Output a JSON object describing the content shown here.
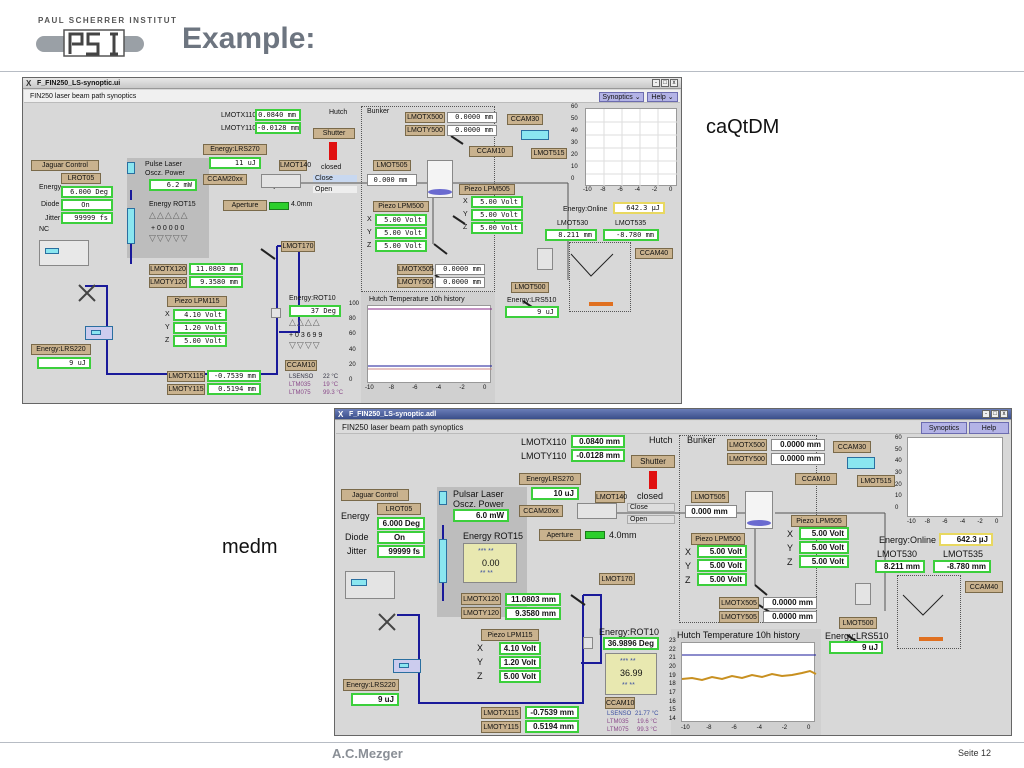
{
  "slide": {
    "logo_text": "PAUL SCHERRER INSTITUT",
    "title": "Example:",
    "label_caqtdm": "caQtDM",
    "label_medm": "medm",
    "author": "A.C.Mezger",
    "page": "Seite 12"
  },
  "caqtdm": {
    "window_title": "F_FIN250_LS-synoptic.ui",
    "subtitle": "FIN250 laser beam path synoptics",
    "menu_synoptics": "Synoptics",
    "menu_help": "Help",
    "close_glyph": "X",
    "tb_min": "-",
    "tb_max": "□",
    "tb_close": "x",
    "hutch": "Hutch",
    "bunker": "Bunker",
    "lmotx110_label": "LMOTX110",
    "lmotx110_value": "0.0840 mm",
    "lmoty110_label": "LMOTY110",
    "lmoty110_value": "-0.0128 mm",
    "shutter": "Shutter",
    "shutter_closed": "closed",
    "shutter_close": "Close",
    "shutter_open": "Open",
    "energy_lrs270": "Energy:LRS270",
    "energy_lrs270_value": "11 uJ",
    "lmot140": "LMOT140",
    "ccam20xx": "CCAM20xx",
    "aperture": "Aperture",
    "aperture_value": "4.0mm",
    "lmot170": "LMOT170",
    "jaguar": "Jaguar Control",
    "lrot05": "LROT05",
    "energy_label": "Energy",
    "energy_value": "6.000 Deg",
    "diode_label": "Diode",
    "diode_value": "On",
    "jitter_label": "Jitter",
    "jitter_value": "99999 fs",
    "nc_label": "NC",
    "pulse_laser": "Pulse Laser",
    "oscz_power": "Oscz. Power",
    "power_value": "6.2 mW",
    "energy_rot15": "Energy ROT15",
    "rot_triangles_up": "△△△△△",
    "rot_digits": "+ 0  0  0  0  0",
    "rot_triangles_down": "▽▽▽▽▽",
    "lmotx120_label": "LMOTX120",
    "lmotx120_value": "11.0803 mm",
    "lmoty120_label": "LMOTY120",
    "lmoty120_value": "9.3580 mm",
    "piezo_lpm115": "Piezo LPM115",
    "x_label": "X",
    "y_label": "Y",
    "z_label": "Z",
    "piezo115_x": "4.10 Volt",
    "piezo115_y": "1.20 Volt",
    "piezo115_z": "5.00 Volt",
    "energy_lrs220": "Energy:LRS220",
    "energy_lrs220_value": "9 uJ",
    "energy_rot10": "Energy:ROT10",
    "energy_rot10_value": "37 Deg",
    "rot10_triangles_up": "△△△△",
    "rot10_digits": "+ 0  3  6  9  9",
    "rot10_triangles_down": "▽▽▽▽",
    "ccam10": "CCAM10",
    "lmotx115_label": "LMOTX115",
    "lmotx115_value": "-0.7539 mm",
    "lmoty115_label": "LMOTY115",
    "lmoty115_value": "0.5194 mm",
    "lsenso": "LSENSO",
    "lsenso_value": "22 °C",
    "ltm035": "LTM035",
    "ltm035_value": "19 °C",
    "ltm075": "LTM075",
    "ltm075_value": "99.3 °C",
    "lmotx500_label": "LMOTX500",
    "lmotx500_value": "0.0000 mm",
    "lmoty500_label": "LMOTY500",
    "lmoty500_value": "0.0000 mm",
    "ccam30": "CCAM30",
    "ccam10b": "CCAM10",
    "lmot515": "LMOT515",
    "lmot505": "LMOT505",
    "lmot505_value": "0.000 mm",
    "piezo_lpm505": "Piezo LPM505",
    "piezo505_x": "5.00 Volt",
    "piezo505_y": "5.00 Volt",
    "piezo505_z": "5.00 Volt",
    "piezo_lpm500": "Piezo LPM500",
    "piezo500_x": "5.00 Volt",
    "piezo500_y": "5.00 Volt",
    "piezo500_z": "5.00 Volt",
    "energy_online": "Energy:Online",
    "energy_online_value": "642.3 µJ",
    "lmot530": "LMOT530",
    "lmot530_value": "8.211 mm",
    "lmot535": "LMOT535",
    "lmot535_value": "-8.780 mm",
    "ccam40": "CCAM40",
    "lmotx505_label": "LMOTX505",
    "lmotx505_value": "0.0000 mm",
    "lmoty505_label": "LMOTY505",
    "lmoty505_value": "0.0000 mm",
    "lmot500": "LMOT500",
    "energy_lrs510": "Energy:LRS510",
    "energy_lrs510_value": "9 uJ",
    "hutch_temp_title": "Hutch Temperature 10h history",
    "plot_top_yticks": [
      "60",
      "50",
      "40",
      "30",
      "20",
      "10",
      "0"
    ],
    "plot_top_xticks": [
      "-10",
      "-8",
      "-6",
      "-4",
      "-2",
      "0"
    ],
    "plot_bottom_yticks": [
      "100",
      "80",
      "60",
      "40",
      "20",
      "0"
    ],
    "plot_bottom_xticks": [
      "-10",
      "-8",
      "-6",
      "-4",
      "-2",
      "0"
    ]
  },
  "medm": {
    "window_title": "F_FIN250_LS-synoptic.adl",
    "subtitle": "FIN250 laser beam path synoptics",
    "menu_synoptics": "Synoptics",
    "menu_help": "Help",
    "close_glyph": "X",
    "tb_min": "-",
    "tb_max": "□",
    "tb_close": "x",
    "hutch": "Hutch",
    "bunker": "Bunker",
    "lmotx110_label": "LMOTX110",
    "lmotx110_value": "0.0840 mm",
    "lmoty110_label": "LMOTY110",
    "lmoty110_value": "-0.0128 mm",
    "shutter": "Shutter",
    "shutter_closed": "closed",
    "shutter_close": "Close",
    "shutter_open": "Open",
    "energy_lrs270": "EnergyLRS270",
    "energy_lrs270_value": "10 uJ",
    "lmot140": "LMOT140",
    "ccam20xx": "CCAM20xx",
    "aperture": "Aperture",
    "aperture_value": "4.0mm",
    "lmot170": "LMOT170",
    "jaguar": "Jaguar Control",
    "lrot05": "LROT05",
    "energy_label": "Energy",
    "energy_value": "6.000 Deg",
    "diode_label": "Diode",
    "diode_value": "On",
    "jitter_label": "Jitter",
    "jitter_value": "99999 fs",
    "pulsar_laser": "Pulsar Laser",
    "oscz_power": "Oscz. Power",
    "power_value": "6.0 mW",
    "energy_rot15": "Energy ROT15",
    "rot15_meter_top": "*** **",
    "rot15_value": "0.00",
    "rot15_meter_bottom": "** **",
    "lmotx120_label": "LMOTX120",
    "lmotx120_value": "11.0803 mm",
    "lmoty120_label": "LMOTY120",
    "lmoty120_value": "9.3580 mm",
    "piezo_lpm115": "Piezo LPM115",
    "x_label": "X",
    "y_label": "Y",
    "z_label": "Z",
    "piezo115_x": "4.10 Volt",
    "piezo115_y": "1.20 Volt",
    "piezo115_z": "5.00 Volt",
    "energy_lrs220": "Energy:LRS220",
    "energy_lrs220_value": "9 uJ",
    "energy_rot10": "Energy:ROT10",
    "energy_rot10_value": "36.9896 Deg",
    "rot10_meter_top": "*** **",
    "rot10_value": "36.99",
    "rot10_meter_bottom": "** **",
    "ccam10": "CCAM10",
    "lmotx115_label": "LMOTX115",
    "lmotx115_value": "-0.7539 mm",
    "lmoty115_label": "LMOTY115",
    "lmoty115_value": "0.5194 mm",
    "lsenso": "LSENSO",
    "lsenso_value": "21.77 °C",
    "ltm035": "LTM035",
    "ltm035_value": "19.6 °C",
    "ltm075": "LTM075",
    "ltm075_value": "99.3 °C",
    "lmotx500_label": "LMOTX500",
    "lmotx500_value": "0.0000 mm",
    "lmoty500_label": "LMOTY500",
    "lmoty500_value": "0.0000 mm",
    "ccam30": "CCAM30",
    "ccam10b": "CCAM10",
    "lmot515": "LMOT515",
    "lmot505": "LMOT505",
    "lmot505_value": "0.000 mm",
    "piezo_lpm505": "Piezo LPM505",
    "piezo505_x": "5.00 Volt",
    "piezo505_y": "5.00 Volt",
    "piezo505_z": "5.00 Volt",
    "piezo_lpm500": "Piezo LPM500",
    "piezo500_x": "5.00 Volt",
    "piezo500_y": "5.00 Volt",
    "piezo500_z": "5.00 Volt",
    "energy_online": "Energy:Online",
    "energy_online_value": "642.3 µJ",
    "lmot530": "LMOT530",
    "lmot530_value": "8.211 mm",
    "lmot535": "LMOT535",
    "lmot535_value": "-8.780 mm",
    "ccam40": "CCAM40",
    "lmotx505_label": "LMOTX505",
    "lmotx505_value": "0.0000 mm",
    "lmoty505_label": "LMOTY505",
    "lmoty505_value": "0.0000 mm",
    "lmot500": "LMOT500",
    "energy_lrs510": "Energy:LRS510",
    "energy_lrs510_value": "9 uJ",
    "hutch_temp_title": "Hutch Temperature 10h history",
    "plot_top_yticks": [
      "60",
      "50",
      "40",
      "30",
      "20",
      "10",
      "0"
    ],
    "plot_top_xticks": [
      "-10",
      "-8",
      "-6",
      "-4",
      "-2",
      "0"
    ],
    "plot_bottom_yticks": [
      "23",
      "22",
      "21",
      "20",
      "19",
      "18",
      "17",
      "16",
      "15",
      "14"
    ],
    "plot_bottom_xticks": [
      "-10",
      "-8",
      "-6",
      "-4",
      "-2",
      "0"
    ]
  },
  "colors": {
    "value_border": "#3ccf3c",
    "button_tan": "#c9b28e",
    "menu_purple": "#b3b3e6",
    "indicator_cyan": "#8ae6f0",
    "beam_blue": "#1a1a9a",
    "shutter_red": "#e01010"
  }
}
